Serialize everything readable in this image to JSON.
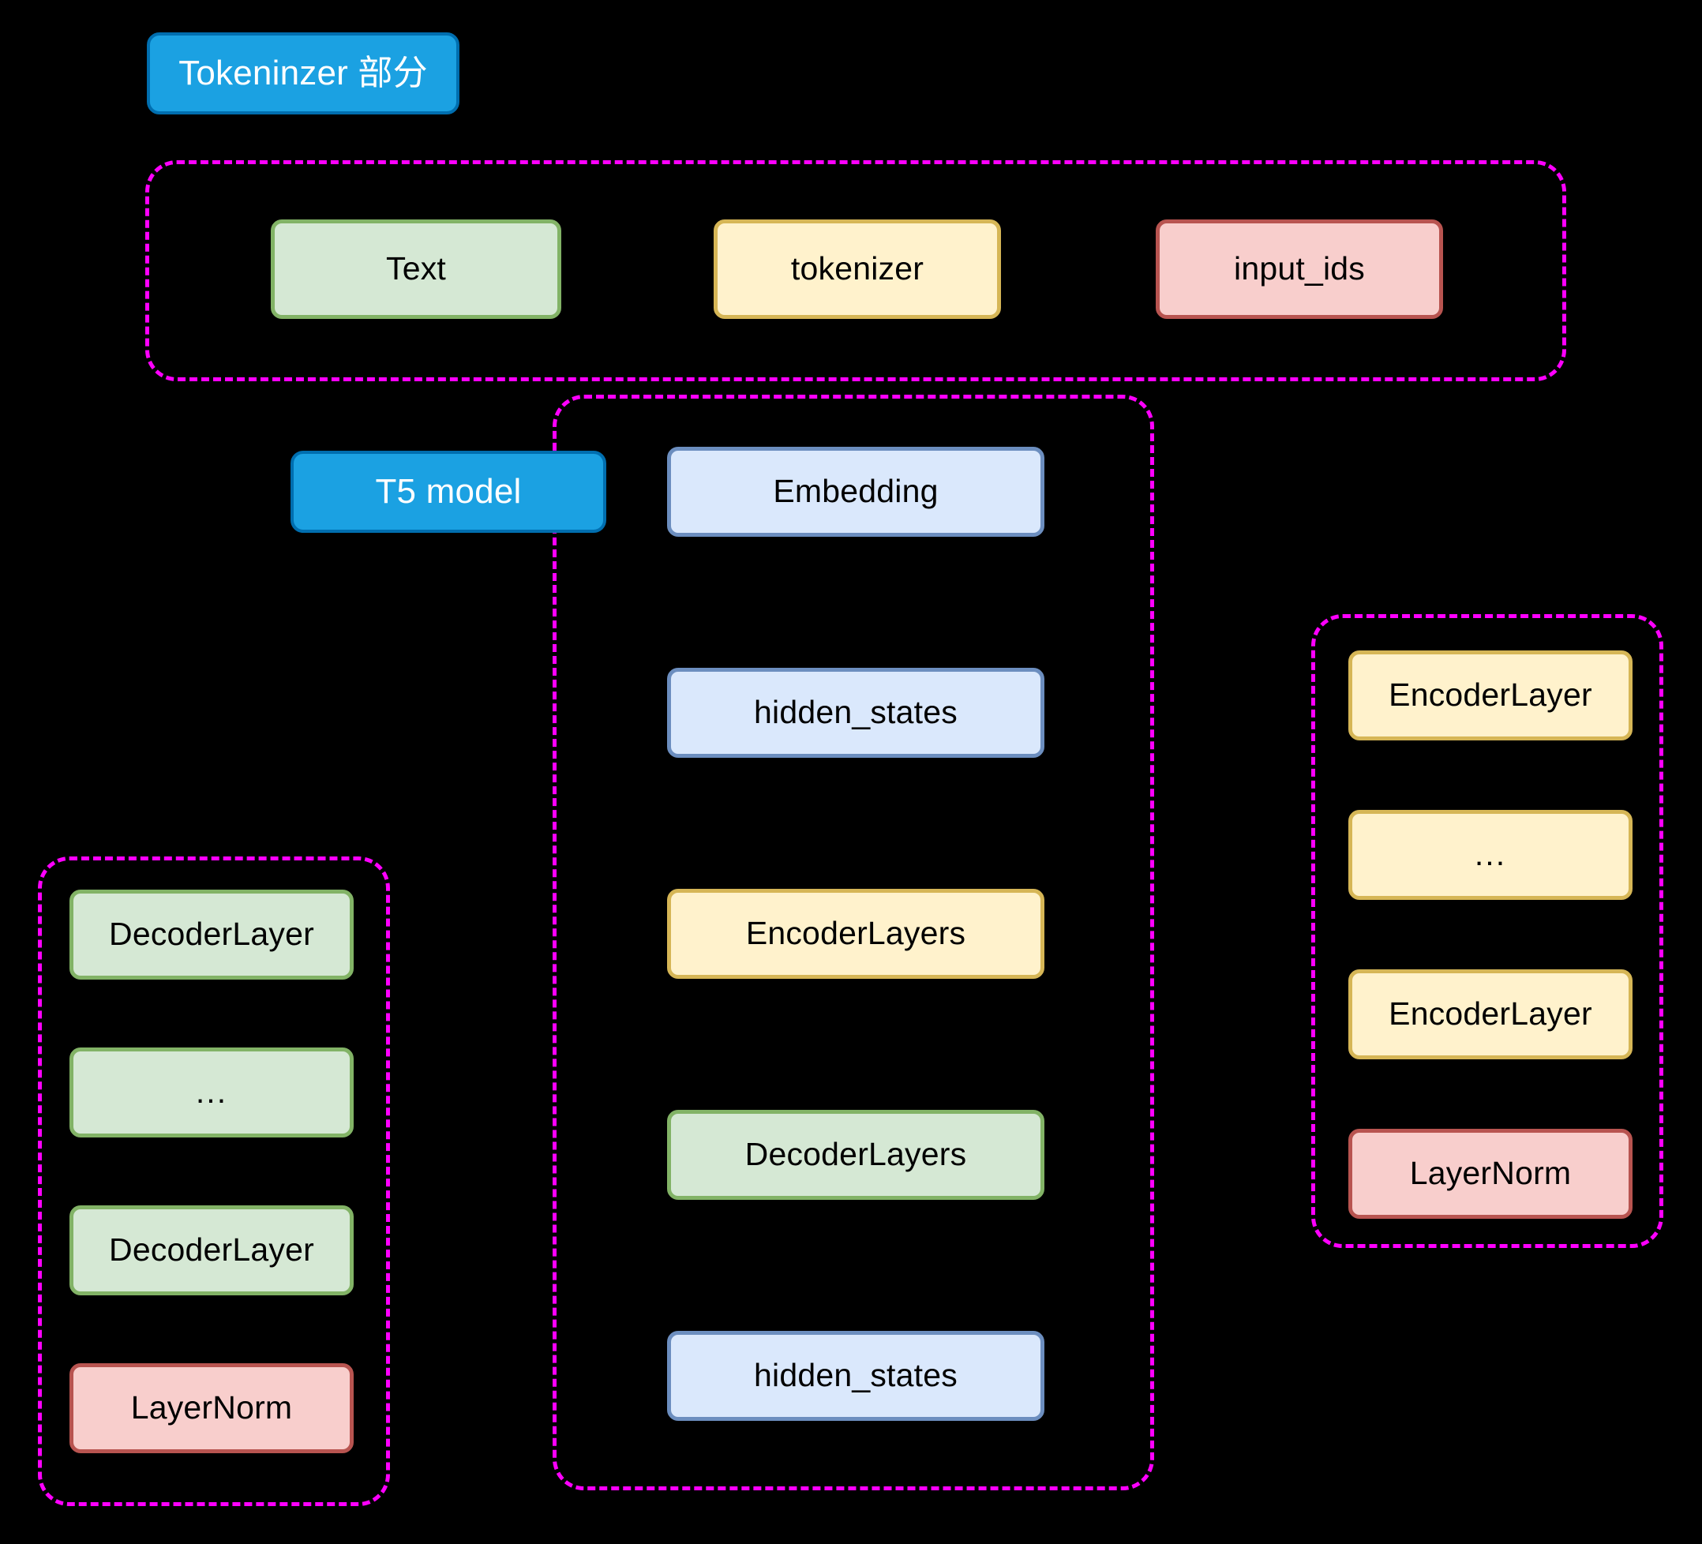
{
  "diagram": {
    "background_color": "#000000",
    "group_border_color": "#ff00ff",
    "palette": {
      "blue_solid_fill": "#1ba1e2",
      "blue_solid_border": "#006eaf",
      "green_fill": "#d5e8d4",
      "green_border": "#82b366",
      "yellow_fill": "#fff2cc",
      "yellow_border": "#d6b656",
      "red_fill": "#f8cecc",
      "red_border": "#b85450",
      "lightblue_fill": "#dae8fc",
      "lightblue_border": "#6c8ebf"
    },
    "titles": {
      "tokenizer_section": "Tokeninzer 部分",
      "model_section": "T5 model"
    },
    "tokenizer_group": {
      "nodes": [
        {
          "label": "Text",
          "style": "green"
        },
        {
          "label": "tokenizer",
          "style": "yellow"
        },
        {
          "label": "input_ids",
          "style": "red"
        }
      ]
    },
    "model_group": {
      "nodes": [
        {
          "label": "Embedding",
          "style": "lightblue"
        },
        {
          "label": "hidden_states",
          "style": "lightblue"
        },
        {
          "label": "EncoderLayers",
          "style": "yellow"
        },
        {
          "label": "DecoderLayers",
          "style": "green"
        },
        {
          "label": "hidden_states",
          "style": "lightblue"
        }
      ]
    },
    "decoder_group": {
      "nodes": [
        {
          "label": "DecoderLayer",
          "style": "green"
        },
        {
          "label": "...",
          "style": "green"
        },
        {
          "label": "DecoderLayer",
          "style": "green"
        },
        {
          "label": "LayerNorm",
          "style": "red"
        }
      ]
    },
    "encoder_group": {
      "nodes": [
        {
          "label": "EncoderLayer",
          "style": "yellow"
        },
        {
          "label": "...",
          "style": "yellow"
        },
        {
          "label": "EncoderLayer",
          "style": "yellow"
        },
        {
          "label": "LayerNorm",
          "style": "red"
        }
      ]
    }
  }
}
